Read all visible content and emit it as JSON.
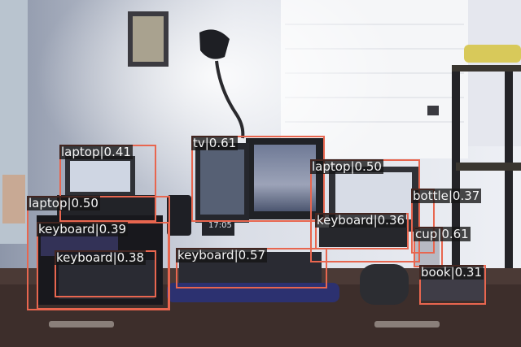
{
  "scene": {
    "description_colors": {
      "box": "#e8664f",
      "label_bg": "#141414"
    }
  },
  "photo_text": {
    "clock": "17:05"
  },
  "detections": [
    {
      "label": "tv|0.61"
    },
    {
      "label": "laptop|0.41"
    },
    {
      "label": "laptop|0.50"
    },
    {
      "label": "keyboard|0.39"
    },
    {
      "label": "keyboard|0.38"
    },
    {
      "label": "keyboard|0.57"
    },
    {
      "label": "laptop|0.50"
    },
    {
      "label": "keyboard|0.36"
    },
    {
      "label": "bottle|0.37"
    },
    {
      "label": "cup|0.61"
    },
    {
      "label": "book|0.31"
    }
  ]
}
